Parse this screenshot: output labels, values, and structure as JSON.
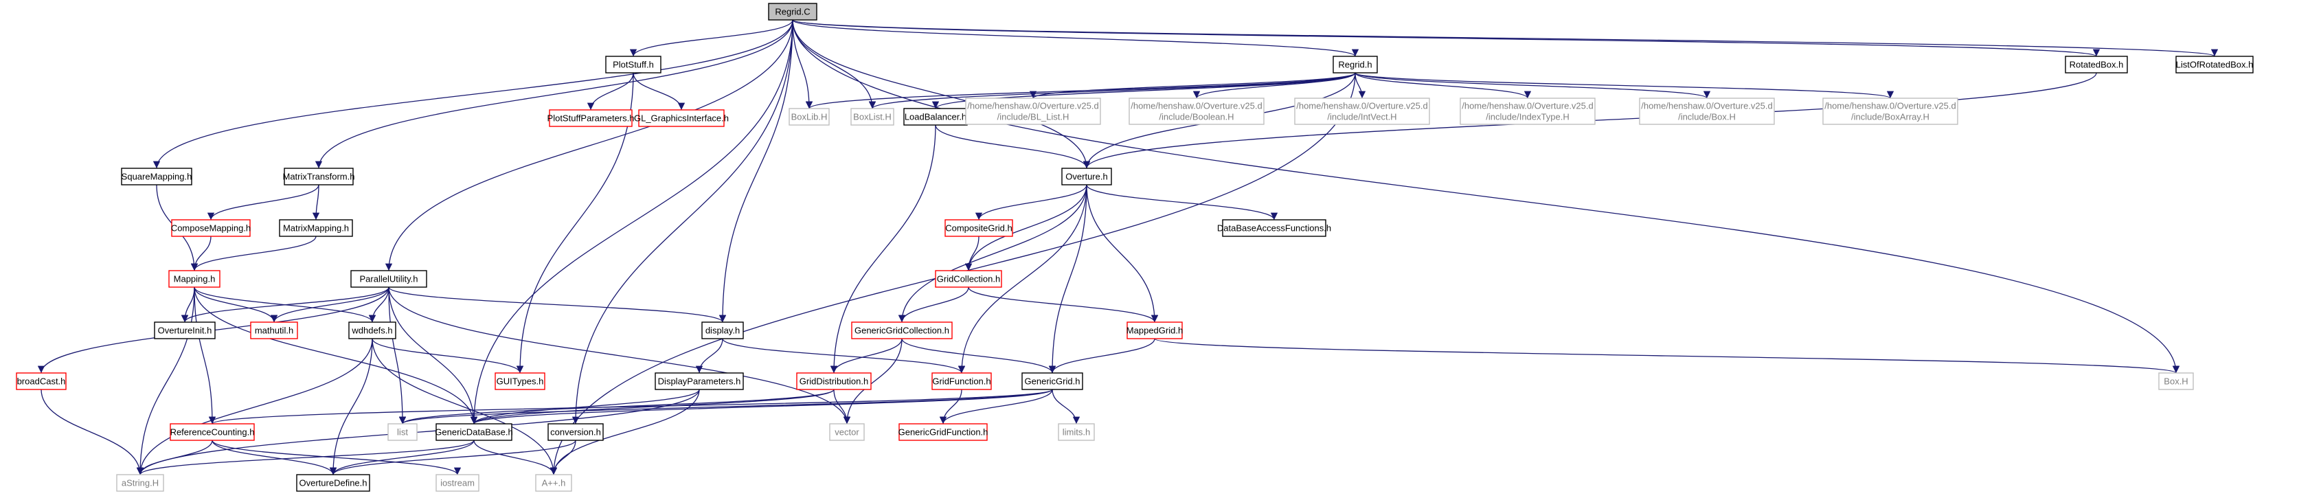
{
  "colors": {
    "edge": "#191970",
    "root_fill": "#bfbfbf",
    "root_border": "#000000",
    "documented_border": "#000000",
    "incomplete_border": "#ff0000",
    "external_border": "#bfbfbf",
    "external_text": "#7f7f7f"
  },
  "nodes": [
    {
      "id": "regrid_c",
      "label": "Regrid.C",
      "kind": "root"
    },
    {
      "id": "plotstuff_h",
      "label": "PlotStuff.h",
      "kind": "documented"
    },
    {
      "id": "plotstuffparameters_h",
      "label": "PlotStuffParameters.h",
      "kind": "incomplete"
    },
    {
      "id": "gl_graphicsinterface_h",
      "label": "GL_GraphicsInterface.h",
      "kind": "incomplete"
    },
    {
      "id": "boxlib_h",
      "label": "BoxLib.H",
      "kind": "external"
    },
    {
      "id": "boxlist_h",
      "label": "BoxList.H",
      "kind": "external"
    },
    {
      "id": "regrid_h",
      "label": "Regrid.h",
      "kind": "documented"
    },
    {
      "id": "rotatedbox_h",
      "label": "RotatedBox.h",
      "kind": "documented"
    },
    {
      "id": "listofrotatedbox_h",
      "label": "ListOfRotatedBox.h",
      "kind": "documented"
    },
    {
      "id": "loadbalancer_h",
      "label": "LoadBalancer.h",
      "kind": "documented"
    },
    {
      "id": "bl_list_h",
      "label": [
        "/home/henshaw.0/Overture.v25.d",
        "/include/BL_List.H"
      ],
      "kind": "external"
    },
    {
      "id": "boolean_h",
      "label": [
        "/home/henshaw.0/Overture.v25.d",
        "/include/Boolean.H"
      ],
      "kind": "external"
    },
    {
      "id": "intvect_h",
      "label": [
        "/home/henshaw.0/Overture.v25.d",
        "/include/IntVect.H"
      ],
      "kind": "external"
    },
    {
      "id": "indextype_h",
      "label": [
        "/home/henshaw.0/Overture.v25.d",
        "/include/IndexType.H"
      ],
      "kind": "external"
    },
    {
      "id": "box_inc_h",
      "label": [
        "/home/henshaw.0/Overture.v25.d",
        "/include/Box.H"
      ],
      "kind": "external"
    },
    {
      "id": "boxarray_h",
      "label": [
        "/home/henshaw.0/Overture.v25.d",
        "/include/BoxArray.H"
      ],
      "kind": "external"
    },
    {
      "id": "squaremapping_h",
      "label": "SquareMapping.h",
      "kind": "documented"
    },
    {
      "id": "matrixtransform_h",
      "label": "MatrixTransform.h",
      "kind": "documented"
    },
    {
      "id": "overture_h",
      "label": "Overture.h",
      "kind": "documented"
    },
    {
      "id": "composemapping_h",
      "label": "ComposeMapping.h",
      "kind": "incomplete"
    },
    {
      "id": "matrixmapping_h",
      "label": "MatrixMapping.h",
      "kind": "documented"
    },
    {
      "id": "compositegrid_h",
      "label": "CompositeGrid.h",
      "kind": "incomplete"
    },
    {
      "id": "databaseaccessfunctions_h",
      "label": "DataBaseAccessFunctions.h",
      "kind": "documented"
    },
    {
      "id": "mapping_h",
      "label": "Mapping.h",
      "kind": "incomplete"
    },
    {
      "id": "parallelutility_h",
      "label": "ParallelUtility.h",
      "kind": "documented"
    },
    {
      "id": "gridcollection_h",
      "label": "GridCollection.h",
      "kind": "incomplete"
    },
    {
      "id": "overtureinit_h",
      "label": "OvertureInit.h",
      "kind": "documented"
    },
    {
      "id": "mathutil_h",
      "label": "mathutil.h",
      "kind": "incomplete"
    },
    {
      "id": "display_h",
      "label": "display.h",
      "kind": "documented"
    },
    {
      "id": "genericgridcollection_h",
      "label": "GenericGridCollection.h",
      "kind": "incomplete"
    },
    {
      "id": "wdhdefs_h",
      "label": "wdhdefs.h",
      "kind": "documented"
    },
    {
      "id": "mappedgrid_h",
      "label": "MappedGrid.h",
      "kind": "incomplete"
    },
    {
      "id": "broadcast_h",
      "label": "broadCast.h",
      "kind": "incomplete"
    },
    {
      "id": "guitypes_h",
      "label": "GUITypes.h",
      "kind": "incomplete"
    },
    {
      "id": "displayparameters_h",
      "label": "DisplayParameters.h",
      "kind": "documented"
    },
    {
      "id": "griddistribution_h",
      "label": "GridDistribution.h",
      "kind": "incomplete"
    },
    {
      "id": "gridfunction_h",
      "label": "GridFunction.h",
      "kind": "incomplete"
    },
    {
      "id": "genericgrid_h",
      "label": "GenericGrid.h",
      "kind": "documented"
    },
    {
      "id": "box_h",
      "label": "Box.H",
      "kind": "external"
    },
    {
      "id": "referencecounting_h",
      "label": "ReferenceCounting.h",
      "kind": "incomplete"
    },
    {
      "id": "list",
      "label": "list",
      "kind": "external"
    },
    {
      "id": "genericdatabase_h",
      "label": "GenericDataBase.h",
      "kind": "documented"
    },
    {
      "id": "conversion_h",
      "label": "conversion.h",
      "kind": "documented"
    },
    {
      "id": "vector",
      "label": "vector",
      "kind": "external"
    },
    {
      "id": "genericgridfunction_h",
      "label": "GenericGridFunction.h",
      "kind": "incomplete"
    },
    {
      "id": "limits_h",
      "label": "limits.h",
      "kind": "external"
    },
    {
      "id": "astring_h",
      "label": "aString.H",
      "kind": "external"
    },
    {
      "id": "overturedefine_h",
      "label": "OvertureDefine.h",
      "kind": "documented"
    },
    {
      "id": "iostream",
      "label": "iostream",
      "kind": "external"
    },
    {
      "id": "aplusplus_h",
      "label": "A++.h",
      "kind": "external"
    }
  ],
  "edges": [
    [
      "regrid_c",
      "plotstuff_h"
    ],
    [
      "regrid_c",
      "boxlib_h"
    ],
    [
      "regrid_c",
      "boxlist_h"
    ],
    [
      "regrid_c",
      "regrid_h"
    ],
    [
      "regrid_c",
      "rotatedbox_h"
    ],
    [
      "regrid_c",
      "listofrotatedbox_h"
    ],
    [
      "regrid_c",
      "overture_h"
    ],
    [
      "regrid_c",
      "squaremapping_h"
    ],
    [
      "regrid_c",
      "matrixtransform_h"
    ],
    [
      "regrid_c",
      "parallelutility_h"
    ],
    [
      "regrid_c",
      "display_h"
    ],
    [
      "regrid_c",
      "box_h"
    ],
    [
      "regrid_c",
      "conversion_h"
    ],
    [
      "regrid_c",
      "genericdatabase_h"
    ],
    [
      "plotstuff_h",
      "plotstuffparameters_h"
    ],
    [
      "plotstuff_h",
      "gl_graphicsinterface_h"
    ],
    [
      "plotstuff_h",
      "guitypes_h"
    ],
    [
      "regrid_h",
      "boxlib_h"
    ],
    [
      "regrid_h",
      "boxlist_h"
    ],
    [
      "regrid_h",
      "loadbalancer_h"
    ],
    [
      "regrid_h",
      "bl_list_h"
    ],
    [
      "regrid_h",
      "boolean_h"
    ],
    [
      "regrid_h",
      "intvect_h"
    ],
    [
      "regrid_h",
      "indextype_h"
    ],
    [
      "regrid_h",
      "box_inc_h"
    ],
    [
      "regrid_h",
      "boxarray_h"
    ],
    [
      "regrid_h",
      "overture_h"
    ],
    [
      "regrid_h",
      "aplusplus_h"
    ],
    [
      "rotatedbox_h",
      "overture_h"
    ],
    [
      "loadbalancer_h",
      "overture_h"
    ],
    [
      "loadbalancer_h",
      "griddistribution_h"
    ],
    [
      "squaremapping_h",
      "mapping_h"
    ],
    [
      "matrixtransform_h",
      "composemapping_h"
    ],
    [
      "matrixtransform_h",
      "matrixmapping_h"
    ],
    [
      "composemapping_h",
      "mapping_h"
    ],
    [
      "matrixmapping_h",
      "mapping_h"
    ],
    [
      "overture_h",
      "compositegrid_h"
    ],
    [
      "overture_h",
      "databaseaccessfunctions_h"
    ],
    [
      "overture_h",
      "gridcollection_h"
    ],
    [
      "overture_h",
      "genericgridcollection_h"
    ],
    [
      "overture_h",
      "mappedgrid_h"
    ],
    [
      "overture_h",
      "gridfunction_h"
    ],
    [
      "overture_h",
      "genericgrid_h"
    ],
    [
      "compositegrid_h",
      "gridcollection_h"
    ],
    [
      "gridcollection_h",
      "genericgridcollection_h"
    ],
    [
      "gridcollection_h",
      "mappedgrid_h"
    ],
    [
      "genericgridcollection_h",
      "griddistribution_h"
    ],
    [
      "genericgridcollection_h",
      "genericgrid_h"
    ],
    [
      "genericgridcollection_h",
      "vector"
    ],
    [
      "mappedgrid_h",
      "genericgrid_h"
    ],
    [
      "mappedgrid_h",
      "box_h"
    ],
    [
      "mapping_h",
      "overtureinit_h"
    ],
    [
      "mapping_h",
      "mathutil_h"
    ],
    [
      "mapping_h",
      "wdhdefs_h"
    ],
    [
      "mapping_h",
      "referencecounting_h"
    ],
    [
      "mapping_h",
      "genericdatabase_h"
    ],
    [
      "mapping_h",
      "astring_h"
    ],
    [
      "parallelutility_h",
      "overtureinit_h"
    ],
    [
      "parallelutility_h",
      "mathutil_h"
    ],
    [
      "parallelutility_h",
      "wdhdefs_h"
    ],
    [
      "parallelutility_h",
      "broadcast_h"
    ],
    [
      "parallelutility_h",
      "list"
    ],
    [
      "parallelutility_h",
      "genericdatabase_h"
    ],
    [
      "parallelutility_h",
      "display_h"
    ],
    [
      "parallelutility_h",
      "vector"
    ],
    [
      "wdhdefs_h",
      "guitypes_h"
    ],
    [
      "wdhdefs_h",
      "astring_h"
    ],
    [
      "wdhdefs_h",
      "overturedefine_h"
    ],
    [
      "wdhdefs_h",
      "aplusplus_h"
    ],
    [
      "display_h",
      "displayparameters_h"
    ],
    [
      "display_h",
      "gridfunction_h"
    ],
    [
      "displayparameters_h",
      "genericdatabase_h"
    ],
    [
      "displayparameters_h",
      "astring_h"
    ],
    [
      "displayparameters_h",
      "aplusplus_h"
    ],
    [
      "griddistribution_h",
      "vector"
    ],
    [
      "griddistribution_h",
      "genericdatabase_h"
    ],
    [
      "griddistribution_h",
      "list"
    ],
    [
      "gridfunction_h",
      "genericgridfunction_h"
    ],
    [
      "genericgrid_h",
      "genericgridfunction_h"
    ],
    [
      "genericgrid_h",
      "limits_h"
    ],
    [
      "genericgrid_h",
      "referencecounting_h"
    ],
    [
      "genericgrid_h",
      "genericdatabase_h"
    ],
    [
      "genericgrid_h",
      "list"
    ],
    [
      "broadcast_h",
      "astring_h"
    ],
    [
      "referencecounting_h",
      "astring_h"
    ],
    [
      "referencecounting_h",
      "overturedefine_h"
    ],
    [
      "referencecounting_h",
      "iostream"
    ],
    [
      "genericdatabase_h",
      "astring_h"
    ],
    [
      "genericdatabase_h",
      "overturedefine_h"
    ],
    [
      "genericdatabase_h",
      "aplusplus_h"
    ],
    [
      "conversion_h",
      "overturedefine_h"
    ],
    [
      "conversion_h",
      "aplusplus_h"
    ]
  ]
}
